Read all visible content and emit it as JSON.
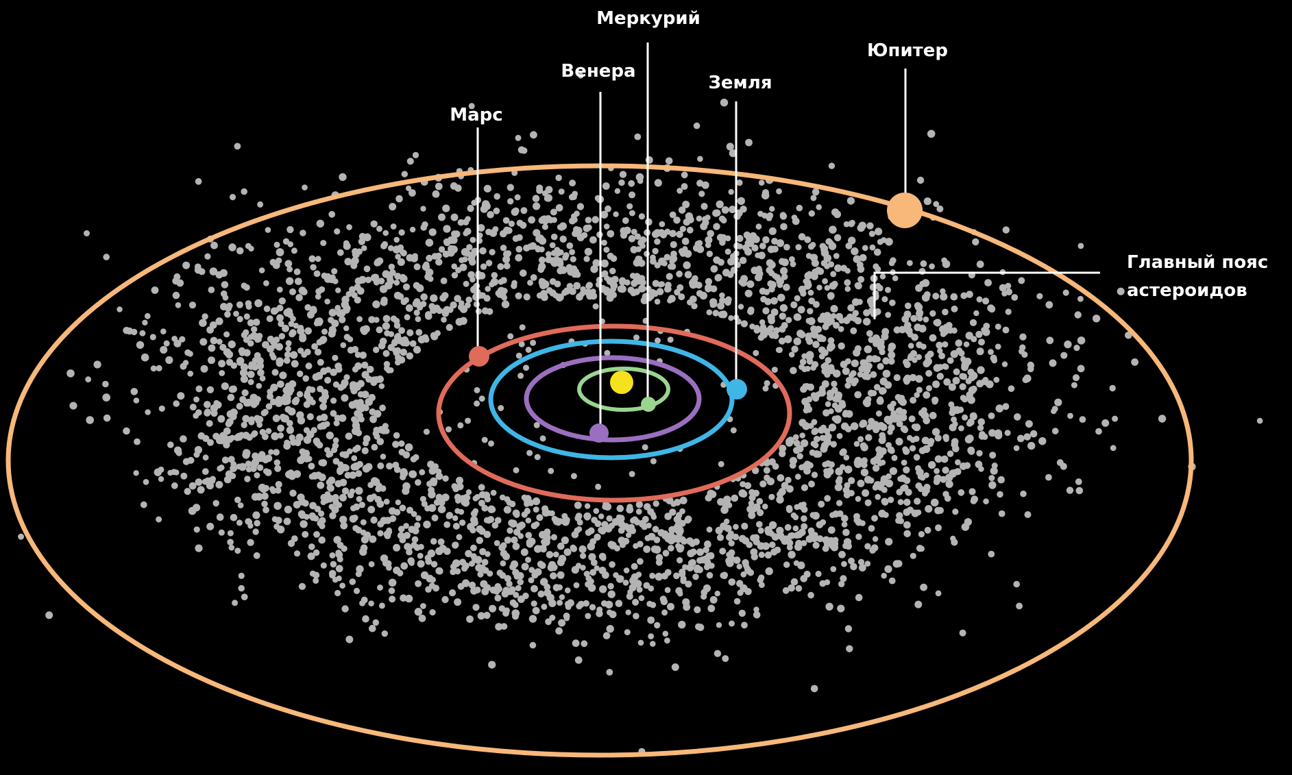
{
  "diagram": {
    "background": "#000000",
    "sun": {
      "color": "#f5e21c"
    },
    "planets": [
      {
        "key": "mercury",
        "label": "Меркурий",
        "color": "#9ad58f"
      },
      {
        "key": "venus",
        "label": "Венера",
        "color": "#9b6fc0"
      },
      {
        "key": "earth",
        "label": "Земля",
        "color": "#3fb6e6"
      },
      {
        "key": "mars",
        "label": "Марс",
        "color": "#e06b5a"
      },
      {
        "key": "jupiter",
        "label": "Юпитер",
        "color": "#f7b87a"
      }
    ],
    "asteroid_belt": {
      "label_line1": "Главный пояс",
      "label_line2": "астероидов",
      "color": "#b4b4b4"
    }
  }
}
